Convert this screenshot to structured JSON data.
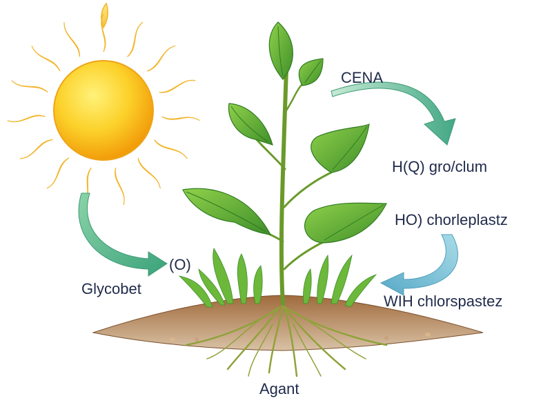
{
  "labels": {
    "top_right": "CENA",
    "mid_right_1": "H(Q)  gro/clum",
    "mid_right_2": "HO) chorleplastz",
    "bottom_right": "WIH chlorspastez",
    "left_small": "(O)",
    "left": "Glycobet",
    "bottom": "Agant"
  },
  "colors": {
    "sun": "#f7b500",
    "leaf": "#5aa52e",
    "stem": "#6a9a2a",
    "soil": "#8a5a34",
    "arrow_green": "#5fb58a",
    "arrow_blue": "#79bcd4",
    "label_text": "#1f2a4a"
  }
}
